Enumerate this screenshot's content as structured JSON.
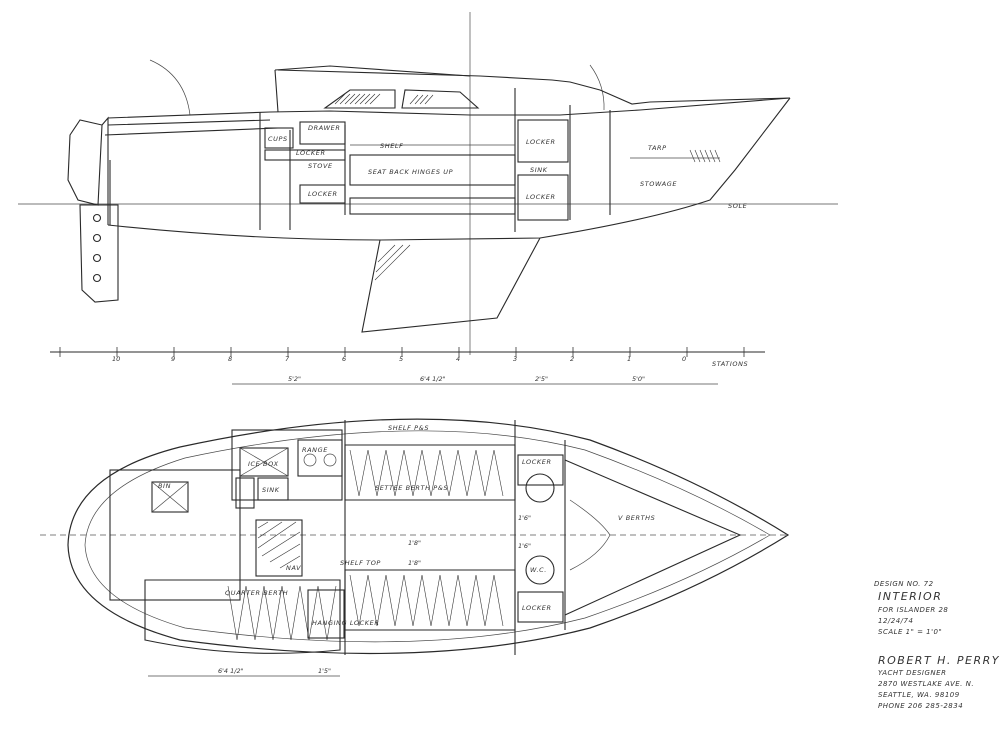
{
  "profile_labels": {
    "drawer": "DRAWER",
    "cups": "CUPS",
    "locker_galley": "LOCKER",
    "stove": "STOVE",
    "locker_lower": "LOCKER",
    "shelf": "SHELF",
    "seat_back": "SEAT BACK HINGES UP",
    "locker_fwd": "LOCKER",
    "sink": "SINK",
    "locker_fwd_lower": "LOCKER",
    "tarp": "TARP",
    "stowage": "STOWAGE",
    "sole": "SOLE"
  },
  "station_scale": {
    "numbers": [
      "10",
      "9",
      "8",
      "7",
      "6",
      "5",
      "4",
      "3",
      "2",
      "1",
      "0"
    ],
    "label": "STATIONS"
  },
  "dimensions": {
    "d1": "5'2\"",
    "d2": "6'4 1/2\"",
    "d3": "2'5\"",
    "d4": "5'0\"",
    "d5": "6'4 1/2\"",
    "d6": "1'5\"",
    "d7": "1'8\"",
    "d8": "1'8\"",
    "d9": "1'6\"",
    "d10": "1'6\""
  },
  "plan_labels": {
    "shelf_pss": "SHELF P&S",
    "settee_berth": "SETTEE BERTH P&S",
    "range": "RANGE",
    "ice_box": "ICE BOX",
    "sink": "SINK",
    "bin": "BIN",
    "locker_upper": "LOCKER",
    "locker_lower": "LOCKER",
    "v_berths": "V BERTHS",
    "wc": "W.C.",
    "quarter_berth": "QUARTER BERTH",
    "shelf_top": "SHELF TOP",
    "hanging_locker": "HANGING LOCKER",
    "nav": "NAV"
  },
  "title_block": {
    "design_no": "DESIGN NO. 72",
    "title": "INTERIOR",
    "for_line": "FOR ISLANDER 28",
    "date": "12/24/74",
    "scale": "SCALE 1\" = 1'0\"",
    "designer_name": "ROBERT H. PERRY",
    "designer_role": "YACHT DESIGNER",
    "address1": "2870 WESTLAKE AVE. N.",
    "address2": "SEATTLE, WA. 98109",
    "phone": "PHONE 206 285-2834"
  },
  "colors": {
    "ink": "#2a2a2a",
    "paper": "#ffffff"
  }
}
